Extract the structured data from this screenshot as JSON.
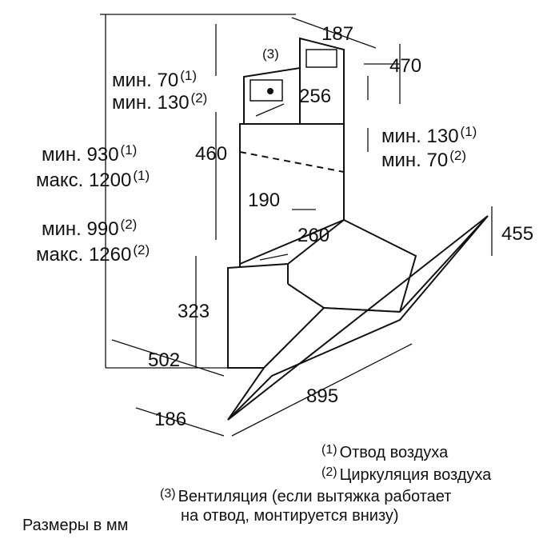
{
  "dimensions": {
    "chimney_depth_top": "187",
    "chimney_top_height": "470",
    "chimney_width_top": "256",
    "vent_label": "(3)",
    "gap_top_min_1": {
      "label": "мин. 70",
      "note": "(1)"
    },
    "gap_top_min_2": {
      "label": "мин. 130",
      "note": "(2)"
    },
    "gap_right_min_1": {
      "label": "мин. 130",
      "note": "(1)"
    },
    "gap_right_min_2": {
      "label": "мин. 70",
      "note": "(2)"
    },
    "total_min_1": {
      "label": "мин. 930",
      "note": "(1)"
    },
    "total_max_1": {
      "label": "макс. 1200",
      "note": "(1)"
    },
    "total_min_2": {
      "label": "мин. 990",
      "note": "(2)"
    },
    "total_max_2": {
      "label": "макс. 1260",
      "note": "(2)"
    },
    "chimney_lower_height": "460",
    "chimney_lower_depth": "190",
    "chimney_lower_width": "260",
    "glass_height": "455",
    "body_height": "323",
    "depth": "502",
    "width": "895",
    "glass_offset": "186"
  },
  "legend": {
    "item1": {
      "num": "(1)",
      "text": "Отвод воздуха"
    },
    "item2": {
      "num": "(2)",
      "text": "Циркуляция воздуха"
    },
    "item3": {
      "num": "(3)",
      "text": "Вентиляция (если вытяжка работает",
      "text2": "на отвод, монтируется внизу)"
    },
    "units": "Размеры в мм"
  }
}
